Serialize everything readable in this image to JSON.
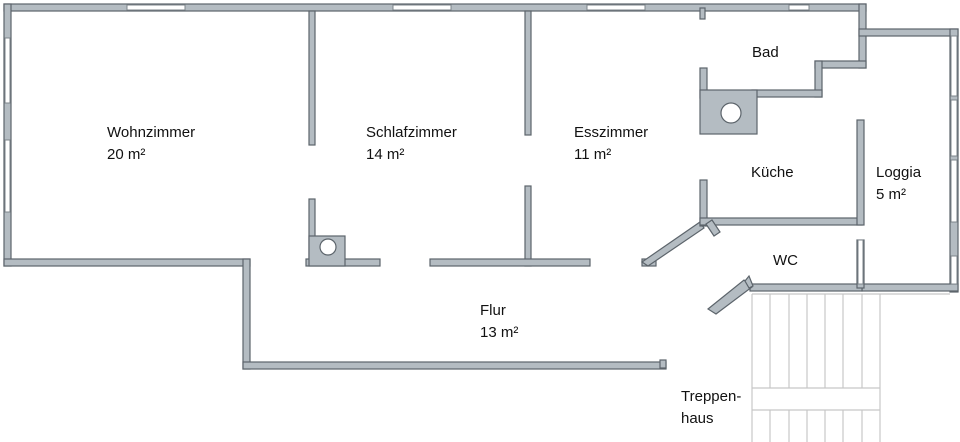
{
  "rooms": [
    {
      "id": "wohnzimmer",
      "name": "Wohnzimmer",
      "area": "20 m²"
    },
    {
      "id": "schlafzimmer",
      "name": "Schlafzimmer",
      "area": "14 m²"
    },
    {
      "id": "esszimmer",
      "name": "Esszimmer",
      "area": "11 m²"
    },
    {
      "id": "bad",
      "name": "Bad",
      "area": ""
    },
    {
      "id": "kueche",
      "name": "Küche",
      "area": ""
    },
    {
      "id": "loggia",
      "name": "Loggia",
      "area": "5 m²"
    },
    {
      "id": "wc",
      "name": "WC",
      "area": ""
    },
    {
      "id": "flur",
      "name": "Flur",
      "area": "13 m²"
    },
    {
      "id": "treppenhaus",
      "name": "Treppen-",
      "area": "haus"
    }
  ],
  "colors": {
    "wall_fill": "#b4bcc2",
    "wall_edge": "#5c646b",
    "stairs": "#c7c7c7",
    "background": "#ffffff"
  }
}
